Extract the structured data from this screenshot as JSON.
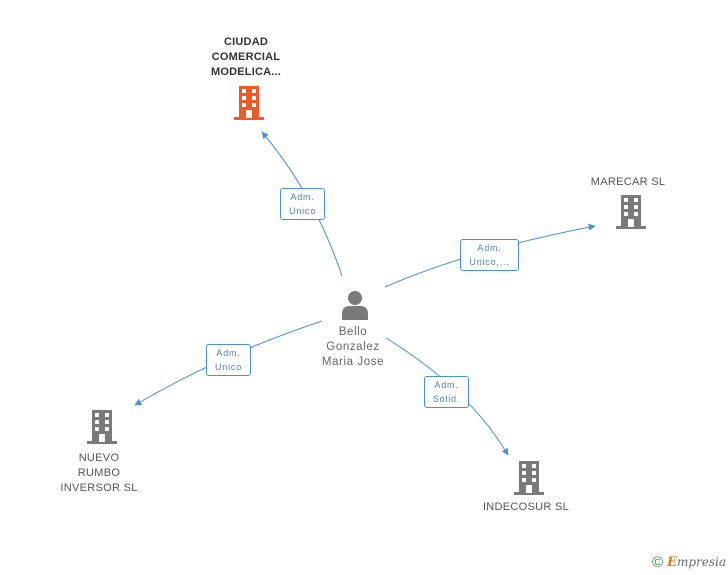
{
  "nodes": {
    "center": {
      "name": "Bello\nGonzalez\nMaria Jose"
    },
    "ciudad": {
      "name": "CIUDAD\nCOMERCIAL\nMODELICA..."
    },
    "marecar": {
      "name": "MARECAR SL"
    },
    "nuevo": {
      "name": "NUEVO\nRUMBO\nINVERSOR SL"
    },
    "indecosur": {
      "name": "INDECOSUR SL"
    }
  },
  "edges": {
    "ciudad": "Adm.\nUnico",
    "marecar": "Adm.\nUnico,...",
    "nuevo": "Adm.\nUnico",
    "indecosur": "Adm.\nSolid."
  },
  "colors": {
    "edge": "#4a90d9",
    "building_main": "#f0592a",
    "building": "#7a7a7a",
    "person": "#7a7a7a"
  },
  "footer": {
    "copyright": "©",
    "brand_initial": "E",
    "brand_rest": "mpresia"
  }
}
